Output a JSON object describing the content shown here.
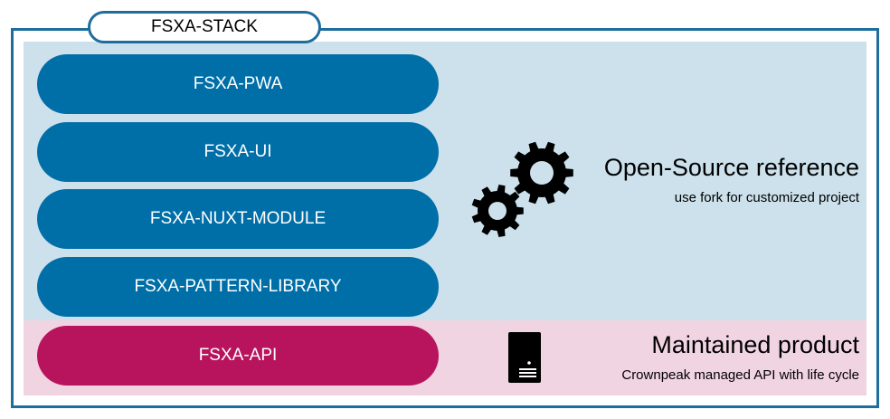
{
  "stack": {
    "label": "FSXA-STACK"
  },
  "layers": [
    {
      "label": "FSXA-PWA"
    },
    {
      "label": "FSXA-UI"
    },
    {
      "label": "FSXA-NUXT-MODULE"
    },
    {
      "label": "FSXA-PATTERN-LIBRARY"
    },
    {
      "label": "FSXA-API"
    }
  ],
  "open_source": {
    "title": "Open-Source reference",
    "subtitle": "use fork for customized project",
    "icon": "gears-icon"
  },
  "maintained": {
    "title": "Maintained product",
    "subtitle": "Crownpeak managed API with life cycle",
    "icon": "server-icon"
  },
  "colors": {
    "frame": "#1f6d9c",
    "open_source_zone": "#cce1ec",
    "maintained_zone": "#f1d4e1",
    "layer_blue": "#006fa8",
    "layer_magenta": "#b8145e"
  }
}
